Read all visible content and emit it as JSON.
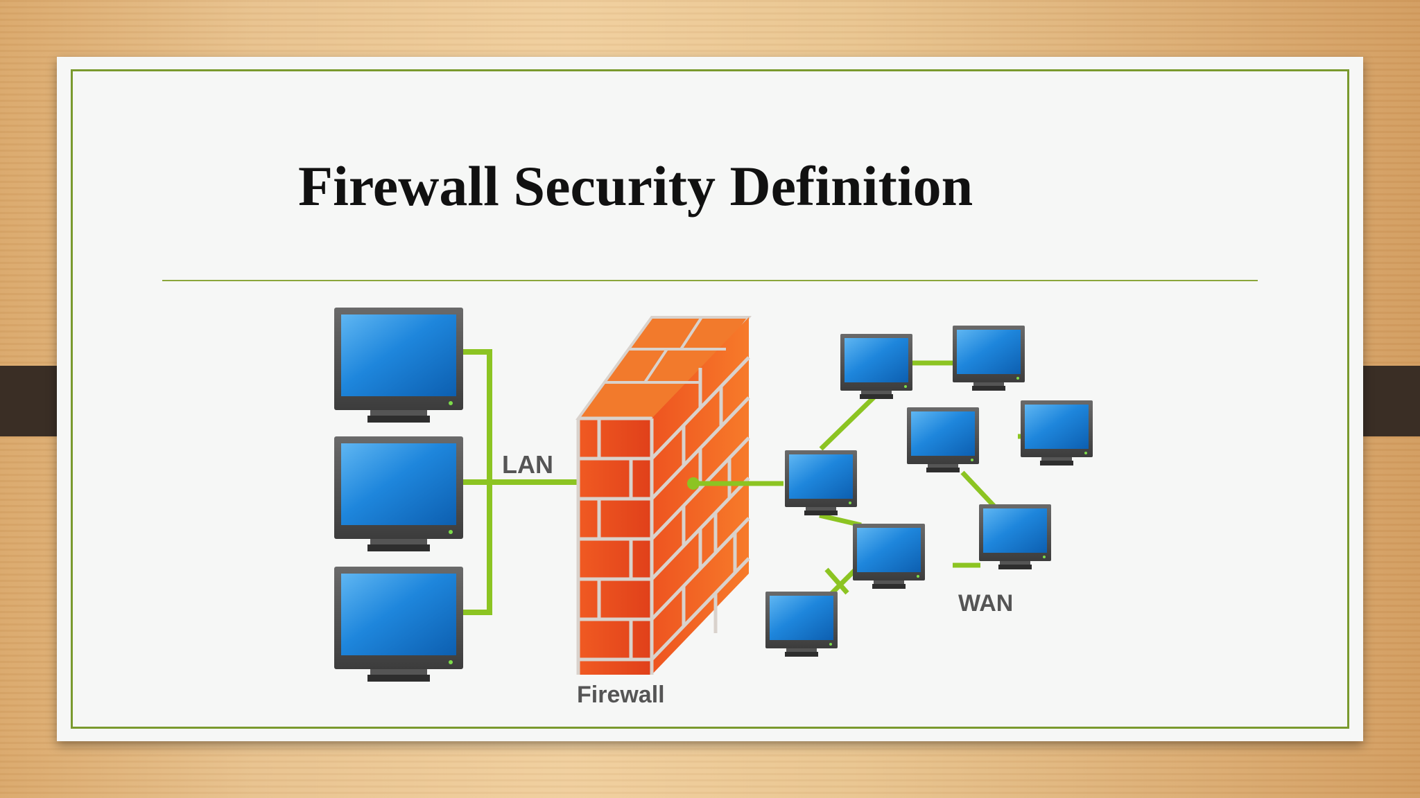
{
  "slide": {
    "title": "Firewall Security Definition"
  },
  "diagram": {
    "labels": {
      "lan": "LAN",
      "firewall": "Firewall",
      "wan": "WAN"
    },
    "colors": {
      "link": "#8cc422",
      "screen": "#1e7fd6",
      "monitor": "#4a4a4a",
      "brick": "#e84a1a",
      "frame": "#7a9a2e"
    }
  }
}
